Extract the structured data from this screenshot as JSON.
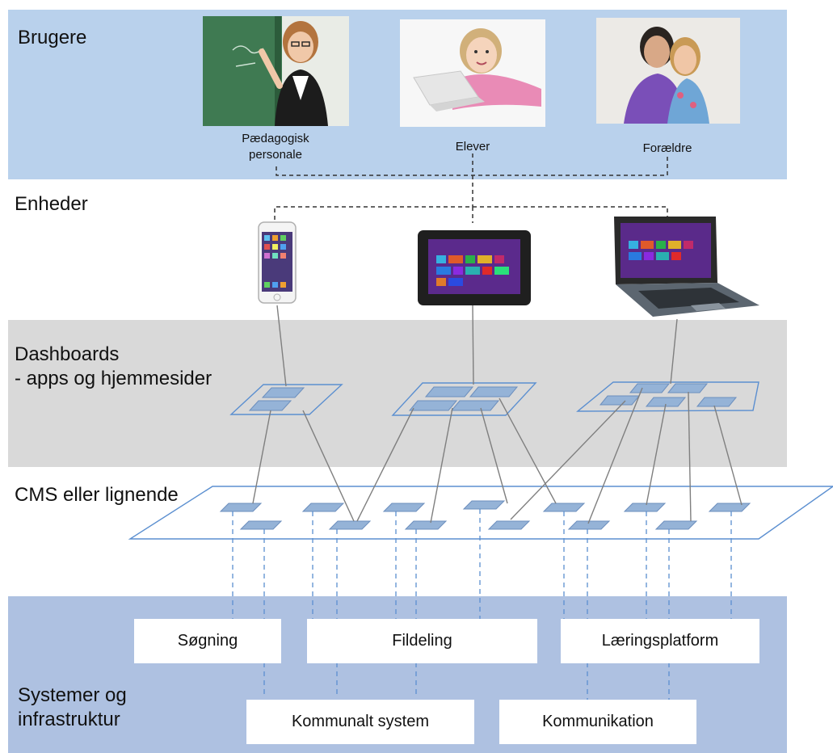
{
  "layers": {
    "users": "Brugere",
    "devices": "Enheder",
    "dashboards": "Dashboards\n- apps og hjemmesider",
    "cms": "CMS eller lignende",
    "systems": "Systemer og\ninfrastruktur"
  },
  "users": [
    {
      "name": "Pædagogisk\npersonale",
      "picture": "teacher-at-chalkboard-photo"
    },
    {
      "name": "Elever",
      "picture": "child-with-laptop-photo"
    },
    {
      "name": "Forældre",
      "picture": "parents-couple-photo"
    }
  ],
  "devices": [
    {
      "name": "smartphone-icon"
    },
    {
      "name": "tablet-icon"
    },
    {
      "name": "laptop-icon"
    }
  ],
  "systems": {
    "top": [
      "Søgning",
      "Fildeling",
      "Læringsplatform"
    ],
    "bottom": [
      "Kommunalt system",
      "Kommunikation"
    ]
  },
  "colors": {
    "users_band": "#b9d1ec",
    "dashboards_band": "#d9d9d9",
    "systems_band": "#aec1e1",
    "tile_fill": "#95b3d7",
    "platform_outline": "#5b8fd0",
    "connector": "#7f7f7f",
    "dashed_link": "#5b8fd0"
  }
}
